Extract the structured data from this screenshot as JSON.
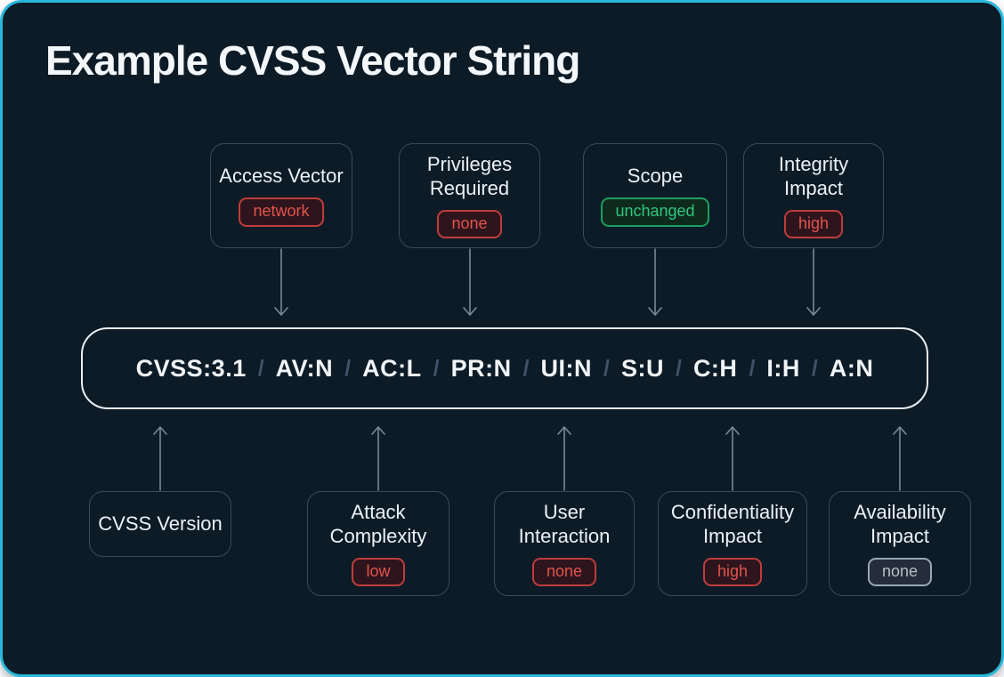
{
  "title": "Example CVSS Vector String",
  "colors": {
    "card_background": "#0d1b27",
    "accent_border": "#29b8da",
    "red_badge_text": "#e2534c",
    "green_badge_text": "#2fc67e",
    "gray_badge_text": "#b4bfca",
    "arrow": "#7b8896"
  },
  "vector": {
    "separator": "/",
    "segments": [
      "CVSS:3.1",
      "AV:N",
      "AC:L",
      "PR:N",
      "UI:N",
      "S:U",
      "C:H",
      "I:H",
      "A:N"
    ]
  },
  "top_boxes": [
    {
      "label": "Access Vector",
      "badge": "network",
      "badge_color": "red"
    },
    {
      "label": "Privileges Required",
      "badge": "none",
      "badge_color": "red"
    },
    {
      "label": "Scope",
      "badge": "unchanged",
      "badge_color": "green"
    },
    {
      "label": "Integrity Impact",
      "badge": "high",
      "badge_color": "red"
    }
  ],
  "bottom_boxes": [
    {
      "label": "CVSS Version"
    },
    {
      "label": "Attack Complexity",
      "badge": "low",
      "badge_color": "red"
    },
    {
      "label": "User Interaction",
      "badge": "none",
      "badge_color": "red"
    },
    {
      "label": "Confidentiality Impact",
      "badge": "high",
      "badge_color": "red"
    },
    {
      "label": "Availability Impact",
      "badge": "none",
      "badge_color": "gray"
    }
  ]
}
